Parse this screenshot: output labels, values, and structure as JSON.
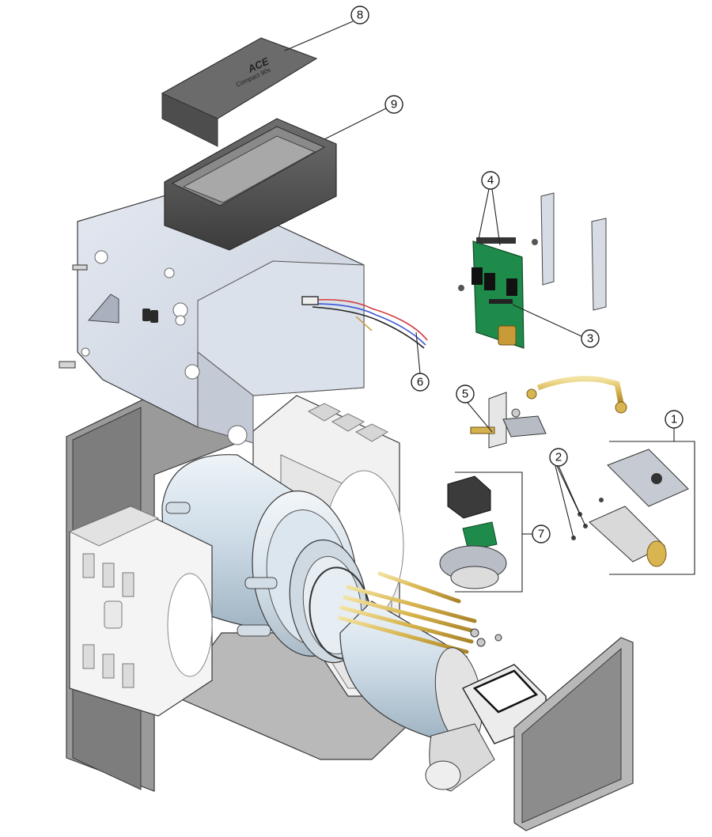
{
  "diagram": {
    "type": "exploded-parts-view",
    "callouts": [
      {
        "id": "c1",
        "label": "1",
        "part": "burner-assembly-group"
      },
      {
        "id": "c2",
        "label": "2",
        "part": "burner-screws"
      },
      {
        "id": "c3",
        "label": "3",
        "part": "control-board"
      },
      {
        "id": "c4",
        "label": "4",
        "part": "board-connectors"
      },
      {
        "id": "c5",
        "label": "5",
        "part": "gas-valve"
      },
      {
        "id": "c6",
        "label": "6",
        "part": "wire-harness"
      },
      {
        "id": "c7",
        "label": "7",
        "part": "blower-fan-group"
      },
      {
        "id": "c8",
        "label": "8",
        "part": "top-cover"
      },
      {
        "id": "c9",
        "label": "9",
        "part": "control-housing"
      }
    ],
    "cover_text": {
      "brand": "ACE",
      "model": "Compact 90s"
    }
  }
}
